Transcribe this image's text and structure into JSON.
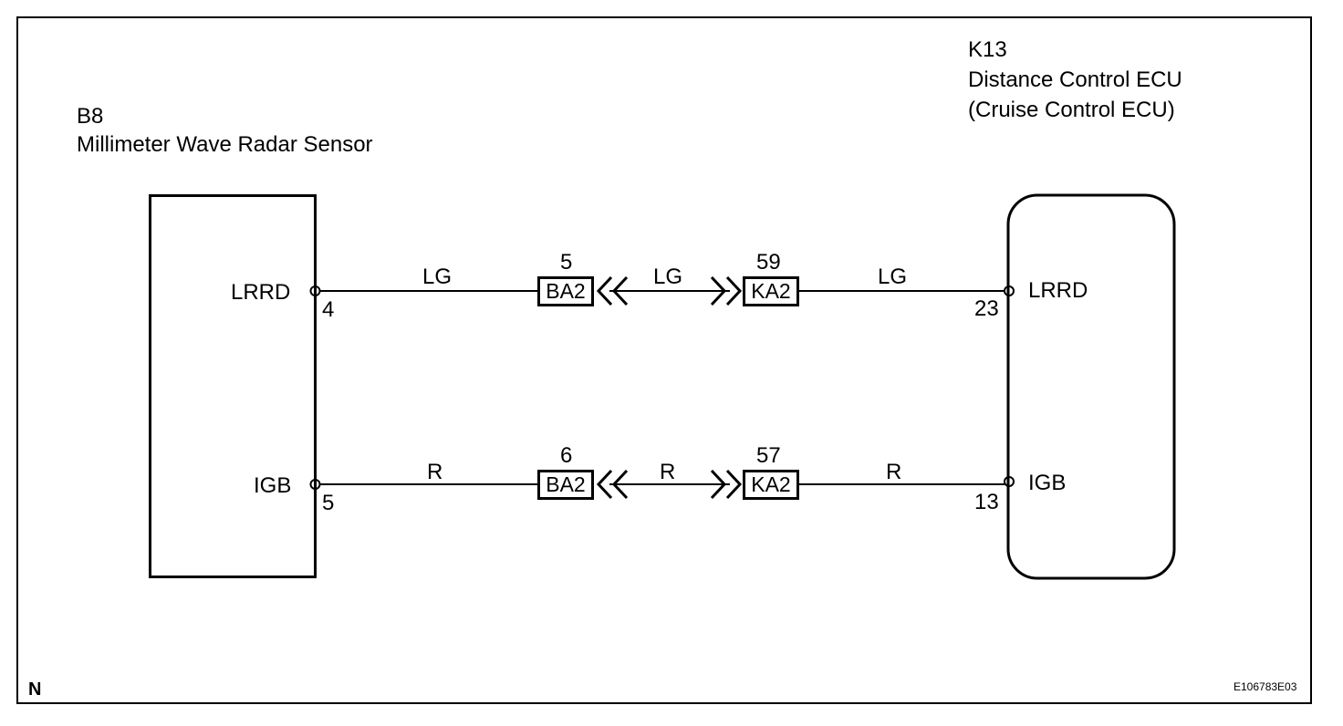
{
  "left_component": {
    "code": "B8",
    "name": "Millimeter Wave Radar Sensor",
    "pins": [
      {
        "label": "LRRD",
        "number": "4"
      },
      {
        "label": "IGB",
        "number": "5"
      }
    ]
  },
  "right_component": {
    "code": "K13",
    "name": "Distance Control ECU",
    "alt_name": "(Cruise Control ECU)",
    "pins": [
      {
        "label": "LRRD",
        "number": "23"
      },
      {
        "label": "IGB",
        "number": "13"
      }
    ]
  },
  "circuits": [
    {
      "wire_left": "LG",
      "wire_mid": "LG",
      "wire_right": "LG",
      "connector_left": {
        "name": "BA2",
        "pin": "5"
      },
      "connector_right": {
        "name": "KA2",
        "pin": "59"
      }
    },
    {
      "wire_left": "R",
      "wire_mid": "R",
      "wire_right": "R",
      "connector_left": {
        "name": "BA2",
        "pin": "6"
      },
      "connector_right": {
        "name": "KA2",
        "pin": "57"
      }
    }
  ],
  "footer": {
    "left_mark": "N",
    "figure_id": "E106783E03"
  }
}
